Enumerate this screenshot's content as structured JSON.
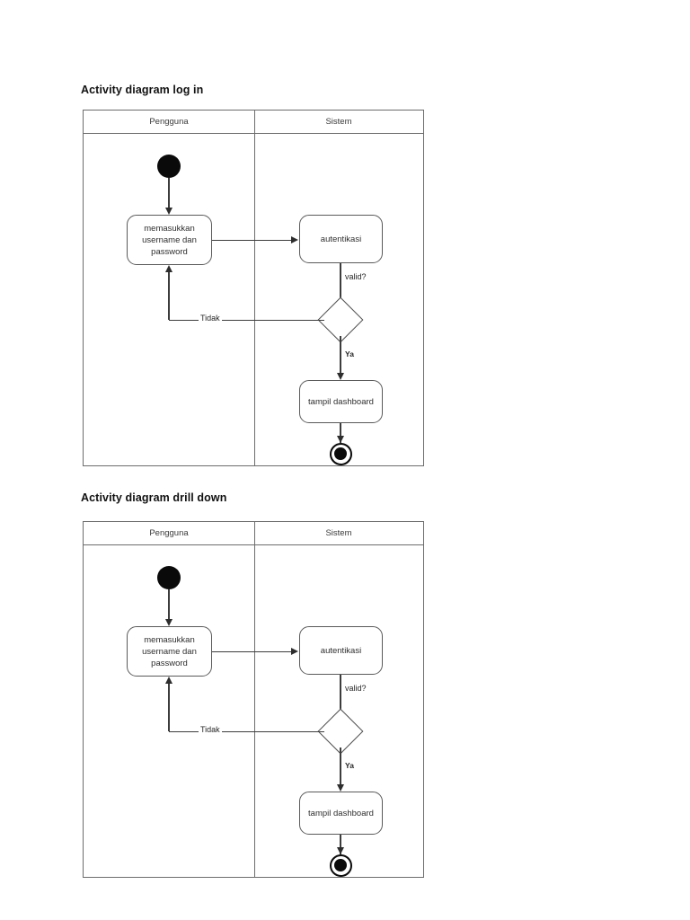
{
  "document": {
    "sections": [
      {
        "title": "Activity diagram log in",
        "lanes": {
          "left": "Pengguna",
          "right": "Sistem"
        },
        "nodes": {
          "initial": "start-node",
          "activity_input": "memasukkan username dan password",
          "activity_auth": "autentikasi",
          "decision": "decision-diamond",
          "activity_dashboard": "tampil dashboard",
          "final": "end-node"
        },
        "edge_labels": {
          "auth_to_decision": "valid?",
          "decision_no": "Tidak",
          "decision_yes": "Ya"
        }
      },
      {
        "title": "Activity diagram drill down",
        "lanes": {
          "left": "Pengguna",
          "right": "Sistem"
        },
        "nodes": {
          "initial": "start-node",
          "activity_input": "memasukkan username dan password",
          "activity_auth": "autentikasi",
          "decision": "decision-diamond",
          "activity_dashboard": "tampil dashboard",
          "final": "end-node"
        },
        "edge_labels": {
          "auth_to_decision": "valid?",
          "decision_no": "Tidak",
          "decision_yes": "Ya"
        }
      }
    ],
    "colors": {
      "page_background": "#ffffff",
      "frame_border": "#6c6c6c",
      "shape_border": "#5a5a5a",
      "node_fill": "#0a0a0a",
      "text": "#2e2e2e",
      "title_text": "#111111"
    }
  }
}
